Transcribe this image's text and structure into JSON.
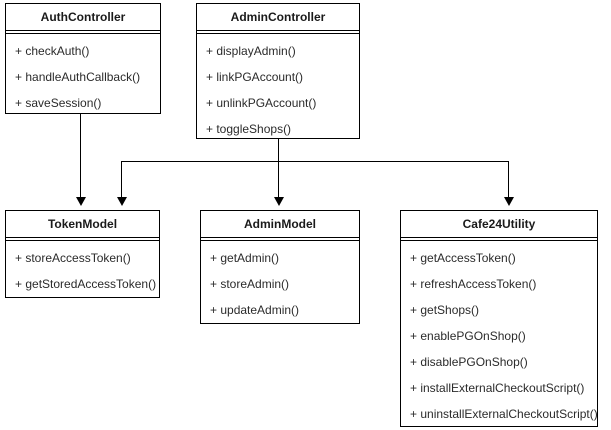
{
  "diagram": {
    "type": "uml-class-diagram",
    "background_color": "#ffffff",
    "line_color": "#000000",
    "text_color": "#2b2b2b",
    "classes": [
      {
        "id": "auth-controller",
        "name": "AuthController",
        "members": [
          "+ checkAuth()",
          "+ handleAuthCallback()",
          "+ saveSession()"
        ]
      },
      {
        "id": "admin-controller",
        "name": "AdminController",
        "members": [
          "+ displayAdmin()",
          "+ linkPGAccount()",
          "+ unlinkPGAccount()",
          "+ toggleShops()"
        ]
      },
      {
        "id": "token-model",
        "name": "TokenModel",
        "members": [
          "+ storeAccessToken()",
          "+ getStoredAccessToken()"
        ]
      },
      {
        "id": "admin-model",
        "name": "AdminModel",
        "members": [
          "+ getAdmin()",
          "+ storeAdmin()",
          "+ updateAdmin()"
        ]
      },
      {
        "id": "cafe24-utility",
        "name": "Cafe24Utility",
        "members": [
          "+ getAccessToken()",
          "+ refreshAccessToken()",
          "+ getShops()",
          "+ enablePGOnShop()",
          "+ disablePGOnShop()",
          "+ installExternalCheckoutScript()",
          "+ uninstallExternalCheckoutScript()"
        ]
      }
    ],
    "relations": [
      {
        "from": "AuthController",
        "to": "TokenModel",
        "kind": "directed-association"
      },
      {
        "from": "AdminController",
        "to": "TokenModel",
        "kind": "directed-association"
      },
      {
        "from": "AdminController",
        "to": "AdminModel",
        "kind": "directed-association"
      },
      {
        "from": "AdminController",
        "to": "Cafe24Utility",
        "kind": "directed-association"
      }
    ]
  }
}
